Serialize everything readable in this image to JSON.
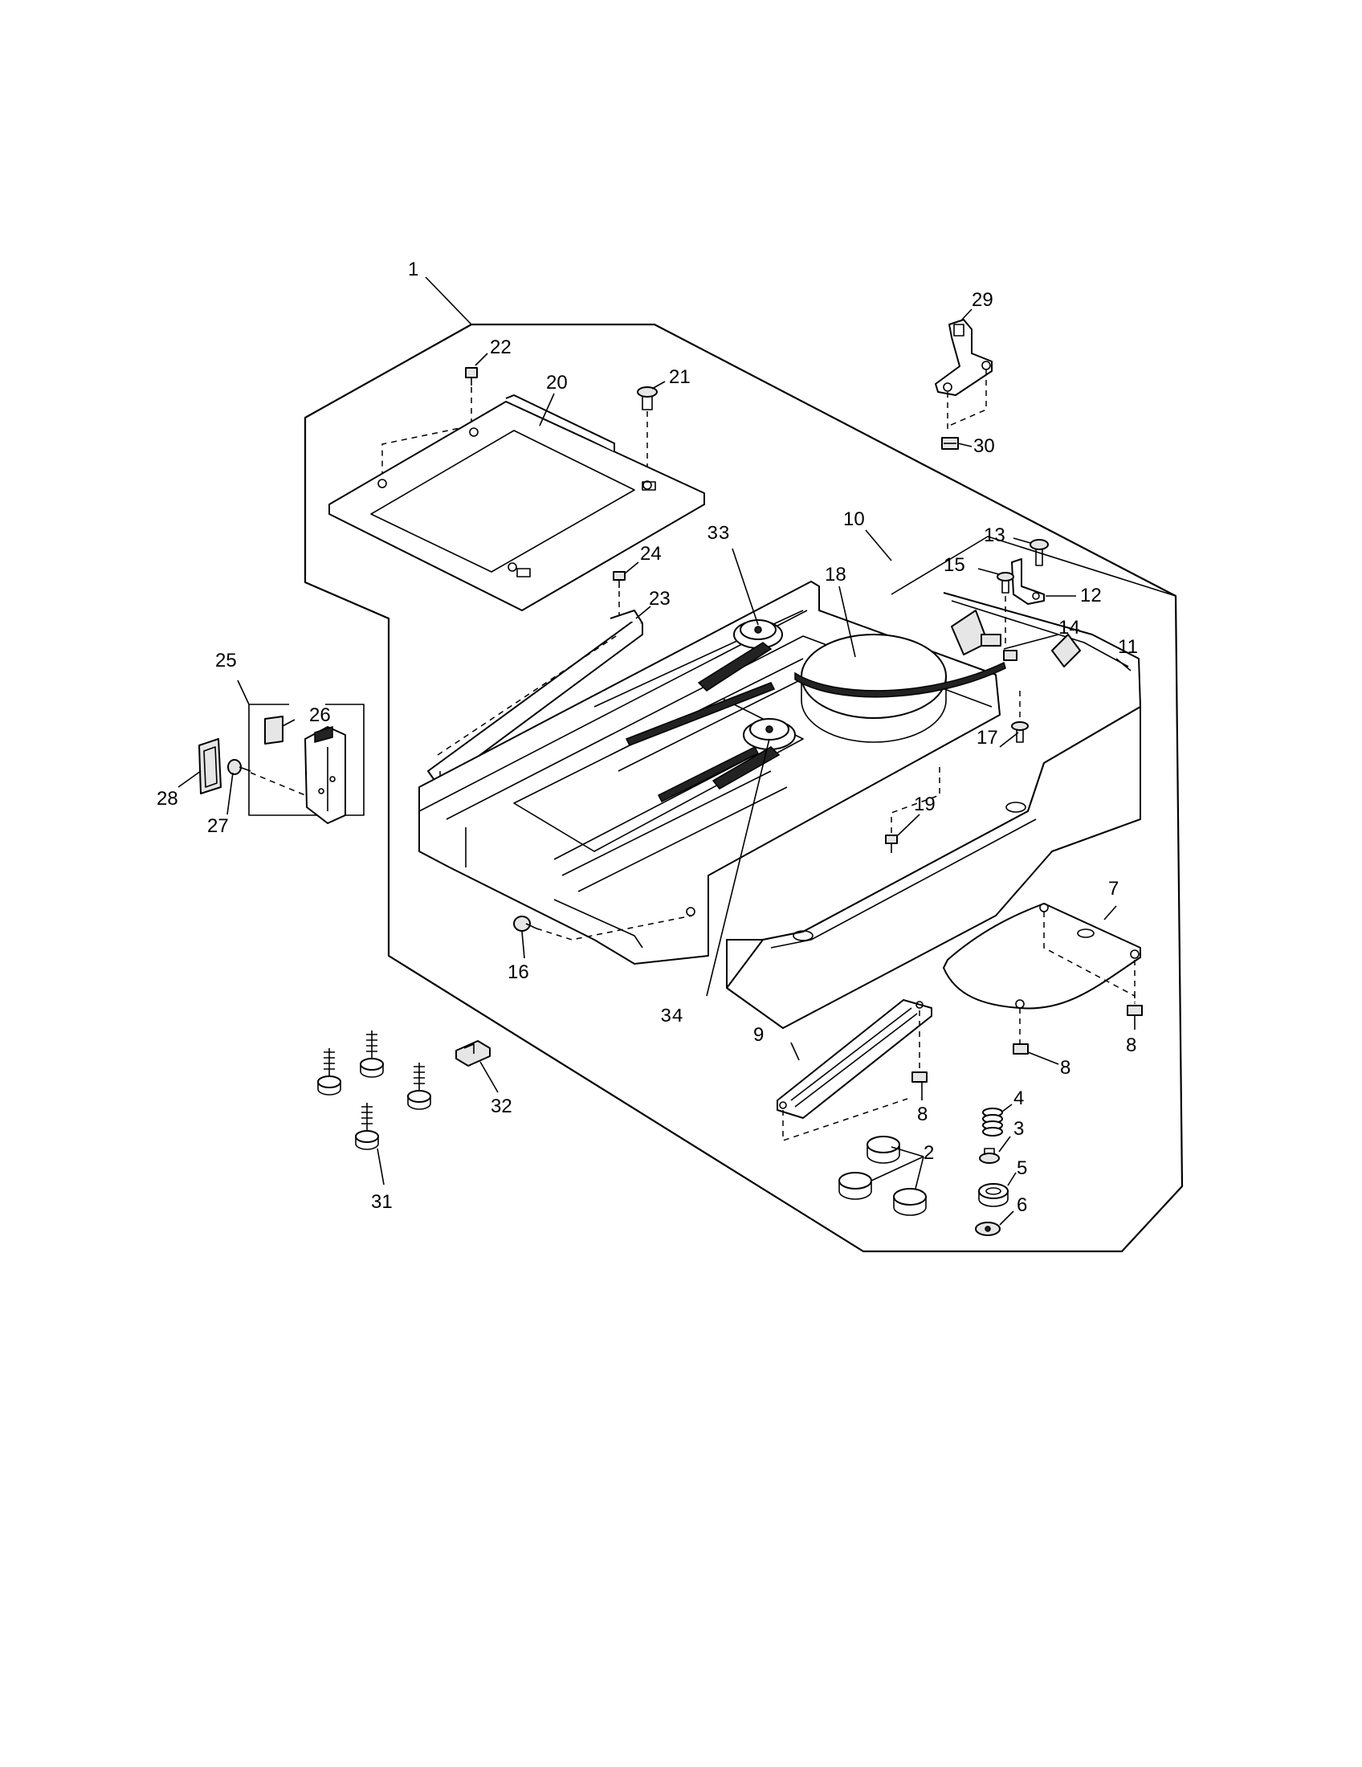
{
  "callouts": {
    "c1": "1",
    "c2": "2",
    "c3": "3",
    "c4": "4",
    "c5": "5",
    "c6": "6",
    "c7": "7",
    "c8a": "8",
    "c8b": "8",
    "c8c": "8",
    "c9": "9",
    "c10": "10",
    "c11": "11",
    "c12": "12",
    "c13": "13",
    "c14": "14",
    "c15": "15",
    "c16": "16",
    "c17": "17",
    "c18": "18",
    "c19": "19",
    "c20": "20",
    "c21": "21",
    "c22": "22",
    "c23": "23",
    "c24": "24",
    "c25": "25",
    "c26": "26",
    "c27": "27",
    "c28": "28",
    "c29": "29",
    "c30": "30",
    "c31": "31",
    "c32": "32",
    "c33": "33",
    "c34": "34"
  },
  "icons": {
    "screw": "screw-icon",
    "washer": "washer-icon",
    "spring": "spring-icon",
    "rubber_foot": "rubber-foot-icon",
    "bracket": "bracket-icon",
    "motor_reel": "reel-icon"
  },
  "colors": {
    "line": "#000000",
    "background": "#ffffff",
    "shade": "#e6e6e6"
  }
}
